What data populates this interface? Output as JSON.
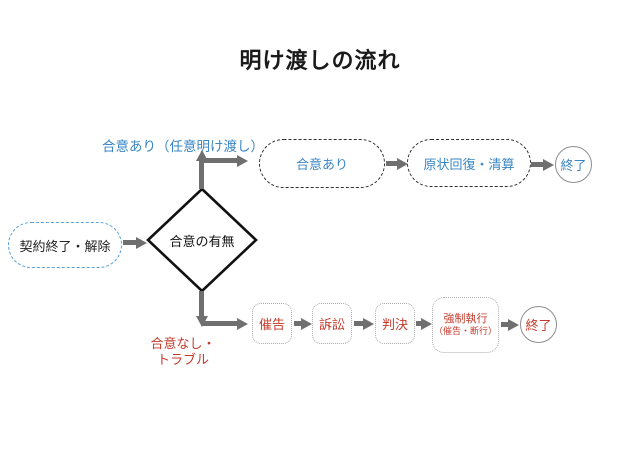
{
  "title": "明け渡しの流れ",
  "colors": {
    "title_text": "#1a1a1a",
    "blue_text": "#3a86c4",
    "red_text": "#c43b2c",
    "blue_dashed_border": "#58a0d8",
    "black_dashed_border": "#2e2e2e",
    "gray_dotted_border": "#ababab",
    "arrow_gray": "#6f6f6f"
  },
  "flow": {
    "start": {
      "label": "契約終了・解除"
    },
    "decision": {
      "label": "合意の有無"
    },
    "yes_branch": {
      "branch_label": "合意あり（任意明け渡し）",
      "nodes": [
        {
          "label": "合意あり"
        },
        {
          "label": "原状回復・清算"
        },
        {
          "label": "終了"
        }
      ]
    },
    "no_branch": {
      "branch_label_line1": "合意なし・",
      "branch_label_line2": "トラブル",
      "nodes": [
        {
          "label": "催告"
        },
        {
          "label": "訴訟"
        },
        {
          "label": "判決"
        },
        {
          "label_line1": "強制執行",
          "label_line2": "（催告・断行）"
        },
        {
          "label": "終了"
        }
      ]
    }
  }
}
